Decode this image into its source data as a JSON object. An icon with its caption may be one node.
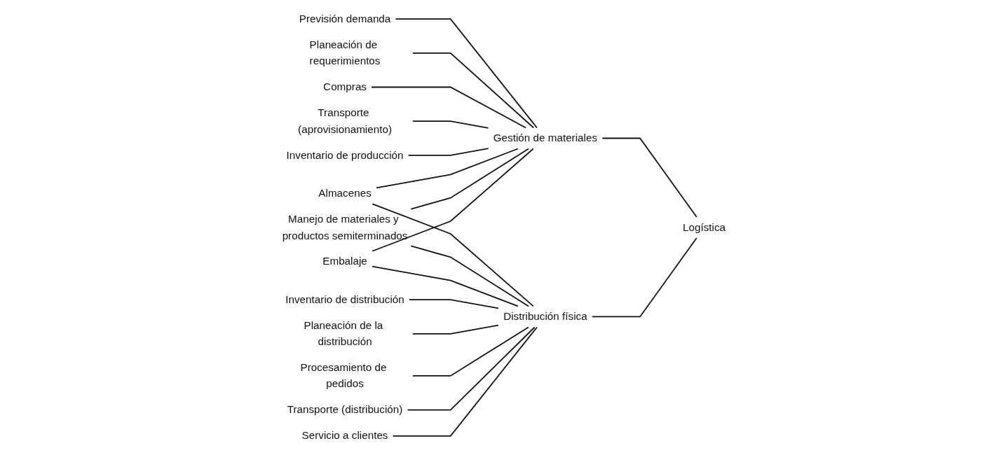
{
  "diagram": {
    "nodes": [
      {
        "text": [
          "Previsión demanda"
        ]
      },
      {
        "text": [
          "Planeación de requerimientos"
        ]
      },
      {
        "text": [
          "Compras"
        ]
      },
      {
        "text": [
          "Transporte (aprovisionamiento)"
        ]
      },
      {
        "text": [
          "Inventario de producción"
        ]
      },
      {
        "text": [
          "Gestión de materiales"
        ]
      },
      {
        "text": [
          "Almacenes"
        ]
      },
      {
        "text": [
          "Manejo de materiales y productos semiterminados"
        ]
      },
      {
        "text": [
          "Logística"
        ]
      },
      {
        "text": [
          "Embalaje"
        ]
      },
      {
        "text": [
          "Inventario de distribución"
        ]
      },
      {
        "text": [
          "Distribución física"
        ]
      },
      {
        "text": [
          "Planeación de la distribución"
        ]
      },
      {
        "text": [
          "Procesamiento de pedidos"
        ]
      },
      {
        "text": [
          "Transporte (distribución)"
        ]
      },
      {
        "text": [
          "Servicio a clientes"
        ]
      }
    ],
    "edges": [
      {
        "from": 0,
        "to": 5,
        "arrow": "none"
      },
      {
        "from": 1,
        "to": 5,
        "arrow": "none"
      },
      {
        "from": 2,
        "to": 5,
        "arrow": "none"
      },
      {
        "from": 3,
        "to": 5,
        "arrow": "none"
      },
      {
        "from": 4,
        "to": 5,
        "arrow": "none"
      },
      {
        "from": 6,
        "to": 5,
        "arrow": "none"
      },
      {
        "from": 7,
        "to": 5,
        "arrow": "none"
      },
      {
        "from": 9,
        "to": 5,
        "arrow": "none"
      },
      {
        "from": 6,
        "to": 11,
        "arrow": "none"
      },
      {
        "from": 7,
        "to": 11,
        "arrow": "none"
      },
      {
        "from": 9,
        "to": 11,
        "arrow": "none"
      },
      {
        "from": 10,
        "to": 11,
        "arrow": "none"
      },
      {
        "from": 12,
        "to": 11,
        "arrow": "none"
      },
      {
        "from": 13,
        "to": 11,
        "arrow": "none"
      },
      {
        "from": 14,
        "to": 11,
        "arrow": "none"
      },
      {
        "from": 15,
        "to": 11,
        "arrow": "none"
      },
      {
        "from": 5,
        "to": 8,
        "arrow": "none"
      },
      {
        "from": 11,
        "to": 8,
        "arrow": "none"
      }
    ]
  }
}
